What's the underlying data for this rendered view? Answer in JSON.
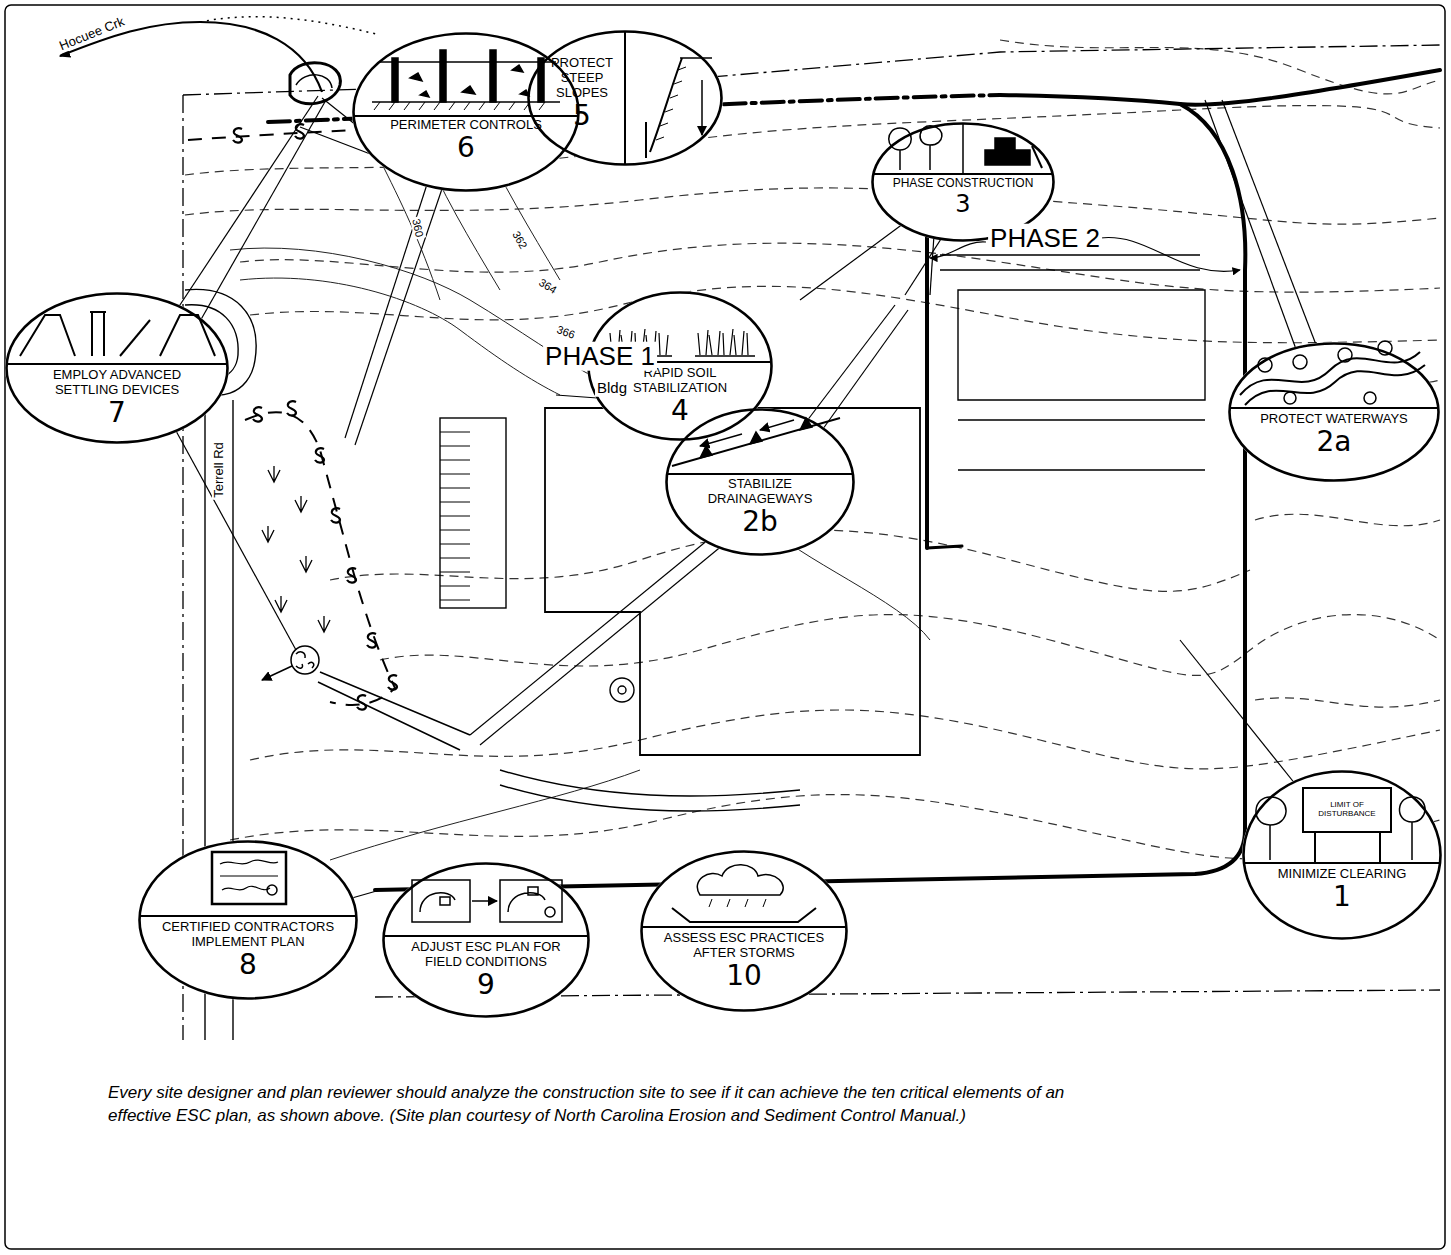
{
  "diagram": {
    "caption": "Every site designer and plan reviewer should analyze the construction site to see if it can achieve the ten critical elements of an effective ESC plan, as shown above. (Site plan courtesy of North Carolina Erosion and Sediment Control Manual.)",
    "nodes": [
      {
        "text": [
          "PERIMETER CONTROLS",
          "6"
        ]
      },
      {
        "text": [
          "PROTECT STEEP SLOPES",
          "5"
        ]
      },
      {
        "text": [
          "PHASE CONSTRUCTION",
          "3"
        ]
      },
      {
        "text": [
          "RAPID SOIL STABILIZATION",
          "4"
        ]
      },
      {
        "text": [
          "EMPLOY ADVANCED SETTLING DEVICES",
          "7"
        ]
      },
      {
        "text": [
          "PROTECT WATERWAYS",
          "2a"
        ]
      },
      {
        "text": [
          "STABILIZE DRAINAGEWAYS",
          "2b"
        ]
      },
      {
        "text": [
          "CERTIFIED CONTRACTORS IMPLEMENT PLAN",
          "8"
        ]
      },
      {
        "text": [
          "ADJUST ESC PLAN FOR FIELD CONDITIONS",
          "9"
        ]
      },
      {
        "text": [
          "ASSESS ESC PRACTICES AFTER STORMS",
          "10"
        ]
      },
      {
        "text": [
          "MINIMIZE CLEARING",
          "1"
        ]
      }
    ],
    "labels": [
      "Hocuee Crk",
      "360",
      "362",
      "364",
      "366",
      "PHASE 1",
      "Bldg",
      "PHASE 2",
      "Terrell Rd",
      "LIMIT OF DISTURBANCE"
    ]
  }
}
